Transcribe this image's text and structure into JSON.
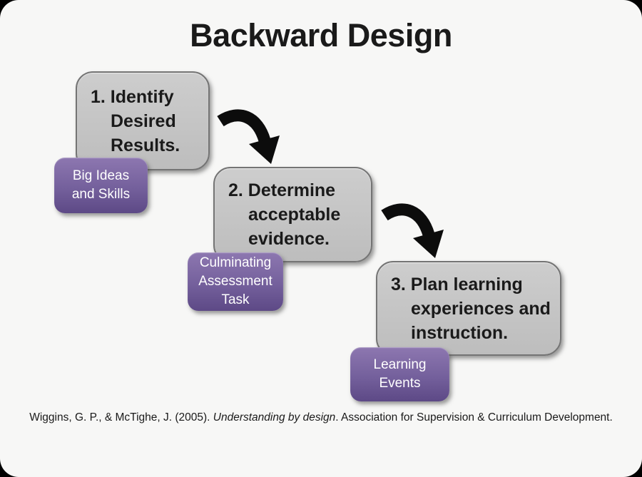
{
  "title": "Backward Design",
  "steps": [
    {
      "box_text": "1. Identify\nDesired\nResults.",
      "tag_text": "Big Ideas\nand Skills"
    },
    {
      "box_text": "2. Determine\nacceptable\nevidence.",
      "tag_text": "Culminating\nAssessment\nTask"
    },
    {
      "box_text": "3. Plan learning\nexperiences and\ninstruction.",
      "tag_text": "Learning\nEvents"
    }
  ],
  "arrows": [
    {
      "icon": "curved-arrow-down-right-icon"
    },
    {
      "icon": "curved-arrow-down-right-icon"
    }
  ],
  "citation": {
    "prefix": "Wiggins, G. P., & McTighe, J. (2005). ",
    "italic_title": "Understanding by design",
    "suffix": ". Association for Supervision & Curriculum Development."
  },
  "colors": {
    "background": "#f7f7f6",
    "box_fill_top": "#cdcdcd",
    "box_fill_bottom": "#bdbdbd",
    "box_border": "#747474",
    "tag_purple_top": "#8d77b0",
    "tag_purple_bottom": "#5d4986",
    "tag_text_white": "#ffffff",
    "arrow_black": "#0c0c0c",
    "text_black": "#1a1a1a"
  }
}
